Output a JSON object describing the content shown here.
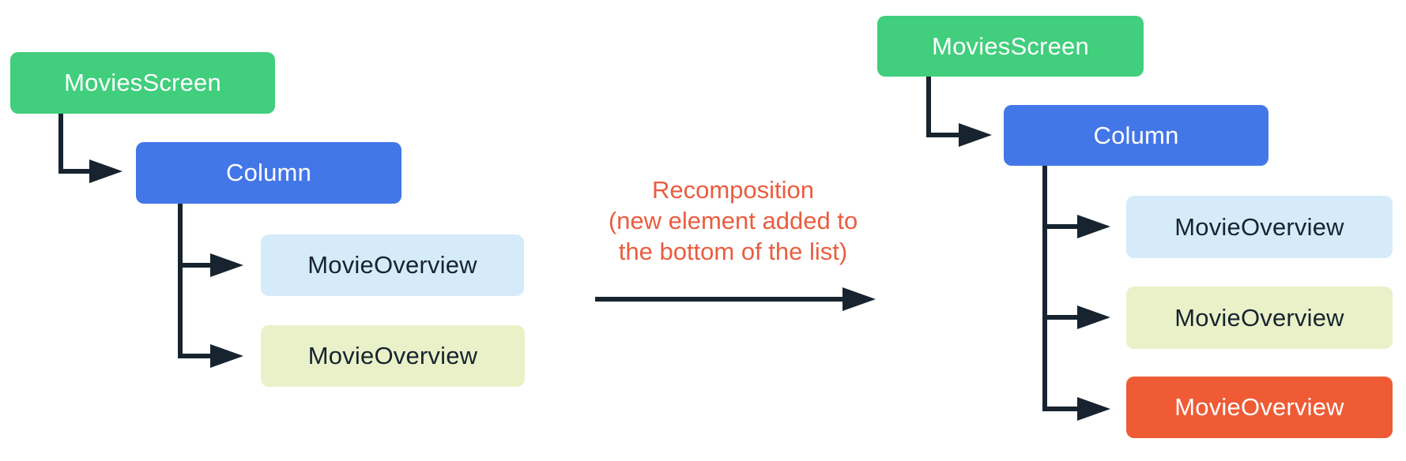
{
  "palette": {
    "green": "#41CE7D",
    "blue": "#4377E8",
    "light_blue": "#D5EBFA",
    "light_yellow": "#EAF1C9",
    "orange": "#EE5B35",
    "connector_dark": "#17242F",
    "caption_orange": "#EA5D3F",
    "text_on_dark": "#FFFFFF",
    "text_on_light": "#17242F"
  },
  "caption": {
    "lines": [
      "Recomposition",
      "(new element added to",
      "the bottom of the list)"
    ]
  },
  "left_tree": {
    "root_label": "MoviesScreen",
    "column_label": "Column",
    "children": [
      {
        "label": "MovieOverview",
        "variant": "light-blue"
      },
      {
        "label": "MovieOverview",
        "variant": "light-yellow"
      }
    ]
  },
  "right_tree": {
    "root_label": "MoviesScreen",
    "column_label": "Column",
    "children": [
      {
        "label": "MovieOverview",
        "variant": "light-blue"
      },
      {
        "label": "MovieOverview",
        "variant": "light-yellow"
      },
      {
        "label": "MovieOverview",
        "variant": "orange"
      }
    ]
  }
}
